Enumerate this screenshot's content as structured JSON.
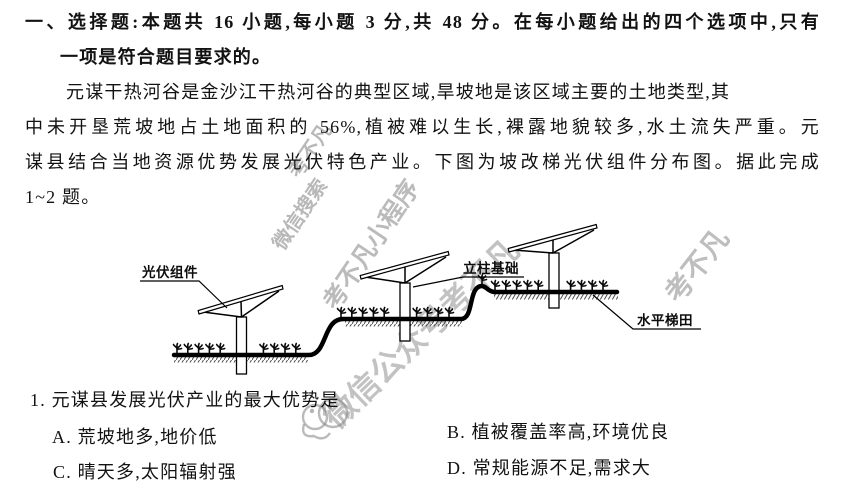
{
  "header": {
    "line1": "一、选择题:本题共 16 小题,每小题 3 分,共 48 分。在每小题给出的四个选项中,只有",
    "line2": "一项是符合题目要求的。"
  },
  "passage": {
    "lines": [
      "元谋干热河谷是金沙江干热河谷的典型区域,旱坡地是该区域主要的土地类型,其",
      "中未开垦荒坡地占土地面积的 56%,植被难以生长,裸露地貌较多,水土流失严重。元",
      "谋县结合当地资源优势发展光伏特色产业。下图为坡改梯光伏组件分布图。据此完成",
      "1~2 题。"
    ]
  },
  "diagram": {
    "labels": {
      "pv_module": "光伏组件",
      "column_foundation": "立柱基础",
      "horizontal_terrace": "水平梯田"
    }
  },
  "question1": {
    "text": "1. 元谋县发展光伏产业的最大优势是",
    "options": [
      "A. 荒坡地多,地价低",
      "B. 植被覆盖率高,环境优良",
      "C. 晴天多,太阳辐射强",
      "D. 常规能源不足,需求大"
    ]
  },
  "watermarks": {
    "wechat_search": "微信搜索",
    "brand_top": "考不凡",
    "mini_program": "考不凡小程序",
    "wechat_official": "微信公众号考不凡",
    "brand_right": "考不凡"
  },
  "colors": {
    "ink": "#111111",
    "watermark_gray": "#7d7d7d",
    "paper": "#ffffff"
  }
}
